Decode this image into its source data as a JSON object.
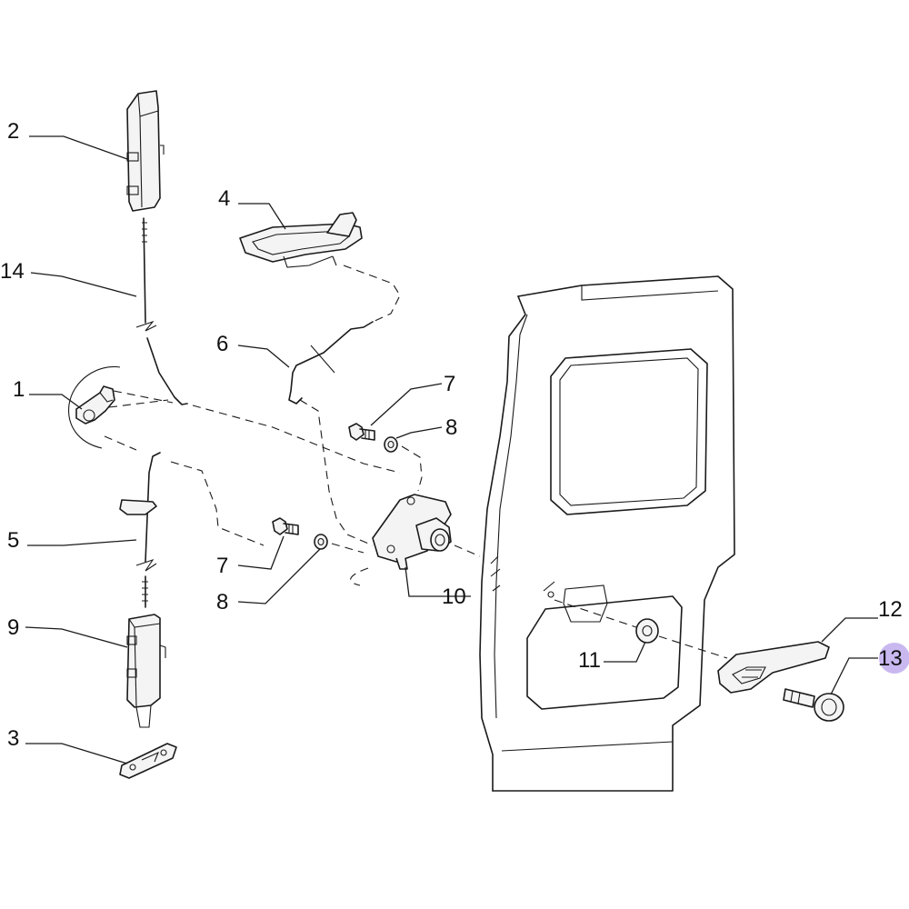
{
  "callouts": [
    {
      "id": "1",
      "label": "1"
    },
    {
      "id": "2",
      "label": "2"
    },
    {
      "id": "3",
      "label": "3"
    },
    {
      "id": "4",
      "label": "4"
    },
    {
      "id": "5",
      "label": "5"
    },
    {
      "id": "6",
      "label": "6"
    },
    {
      "id": "7a",
      "label": "7"
    },
    {
      "id": "7b",
      "label": "7"
    },
    {
      "id": "8a",
      "label": "8"
    },
    {
      "id": "8b",
      "label": "8"
    },
    {
      "id": "9",
      "label": "9"
    },
    {
      "id": "10",
      "label": "10"
    },
    {
      "id": "11",
      "label": "11"
    },
    {
      "id": "12",
      "label": "12"
    },
    {
      "id": "13",
      "label": "13"
    },
    {
      "id": "14",
      "label": "14"
    }
  ],
  "colors": {
    "line": "#1a1a1a",
    "highlight": "#c9b8f0"
  },
  "highlighted_callout": "13"
}
